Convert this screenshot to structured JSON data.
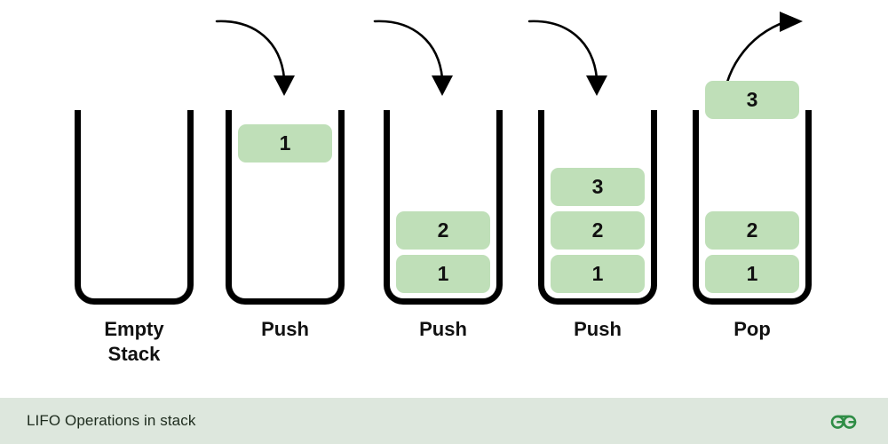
{
  "figure": {
    "title": "LIFO Operations in stack",
    "background_color": "#ffffff",
    "box_color": "#bfdfb8",
    "vessel_color": "#000000",
    "footer_band_color": "#dde7dd",
    "logo_color": "#2f8d46",
    "logo_name": "geeksforgeeks-logo"
  },
  "stacks": [
    {
      "id": "stack-1",
      "caption": "Empty\nStack",
      "items": [],
      "arrow": "none",
      "arrow_label": ""
    },
    {
      "id": "stack-2",
      "caption": "Push",
      "items": [
        {
          "value": "1",
          "slot": 3,
          "state": "incoming"
        }
      ],
      "arrow": "push",
      "arrow_label": "push-arrow-in"
    },
    {
      "id": "stack-3",
      "caption": "Push",
      "items": [
        {
          "value": "2",
          "slot": 1,
          "state": "settled"
        },
        {
          "value": "1",
          "slot": 0,
          "state": "settled"
        }
      ],
      "arrow": "push",
      "arrow_label": "push-arrow-in"
    },
    {
      "id": "stack-4",
      "caption": "Push",
      "items": [
        {
          "value": "3",
          "slot": 2,
          "state": "settled"
        },
        {
          "value": "2",
          "slot": 1,
          "state": "settled"
        },
        {
          "value": "1",
          "slot": 0,
          "state": "settled"
        }
      ],
      "arrow": "push",
      "arrow_label": "push-arrow-in"
    },
    {
      "id": "stack-5",
      "caption": "Pop",
      "items": [
        {
          "value": "3",
          "slot": 4,
          "state": "outgoing"
        },
        {
          "value": "2",
          "slot": 1,
          "state": "settled"
        },
        {
          "value": "1",
          "slot": 0,
          "state": "settled"
        }
      ],
      "arrow": "pop",
      "arrow_label": "pop-arrow-out"
    }
  ],
  "footer": {
    "caption": "LIFO Operations in stack"
  }
}
